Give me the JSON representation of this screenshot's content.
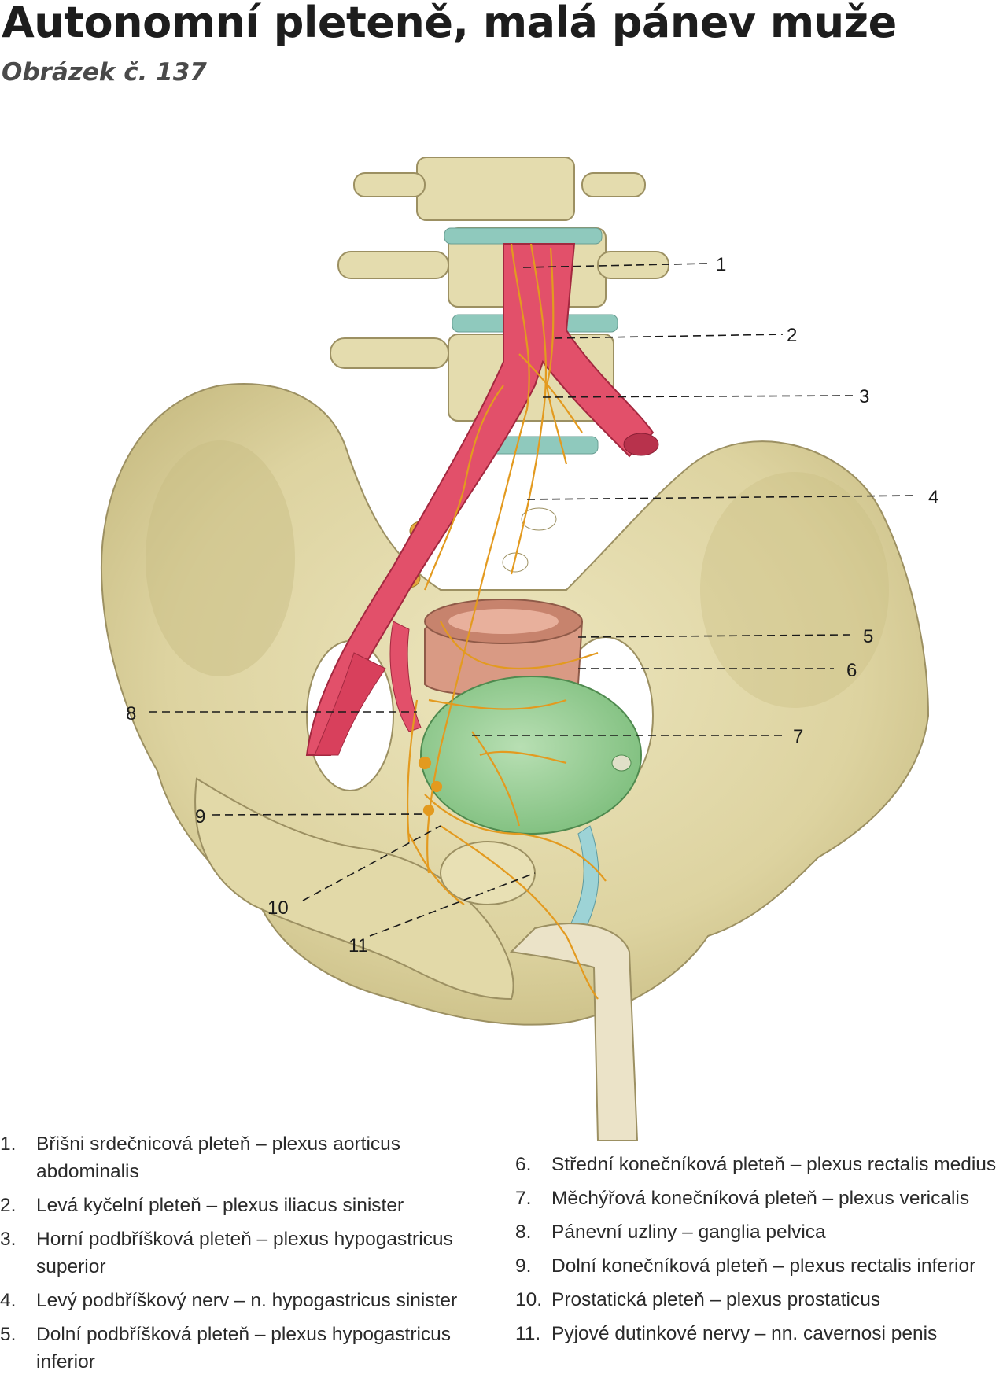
{
  "header": {
    "title": "Autonomní pleteně, malá pánev muže",
    "subtitle": "Obrázek č. 137"
  },
  "figure": {
    "callouts": [
      "1",
      "2",
      "3",
      "4",
      "5",
      "6",
      "7",
      "8",
      "9",
      "10",
      "11"
    ]
  },
  "legend": {
    "left": [
      {
        "num": "1.",
        "text": "Břišni srdečnicová pleteň – plexus aorticus abdominalis"
      },
      {
        "num": "2.",
        "text": "Levá kyčelní pleteň – plexus iliacus sinister"
      },
      {
        "num": "3.",
        "text": "Horní podbříšková pleteň – plexus hypogastricus superior"
      },
      {
        "num": "4.",
        "text": "Levý podbříškový nerv – n. hypogastricus sinister"
      },
      {
        "num": "5.",
        "text": "Dolní podbříšková pleteň  – plexus hypogastricus inferior"
      }
    ],
    "right": [
      {
        "num": "6.",
        "text": "Střední konečníková pleteň – plexus rectalis medius"
      },
      {
        "num": "7.",
        "text": "Měchýřová konečníková pleteň – plexus vericalis"
      },
      {
        "num": "8.",
        "text": "Pánevní uzliny – ganglia pelvica"
      },
      {
        "num": "9.",
        "text": "Dolní konečníková pleteň – plexus rectalis inferior"
      },
      {
        "num": "10.",
        "text": "Prostatická pleteň – plexus prostaticus"
      },
      {
        "num": "11.",
        "text": "Pyjové dutinkové nervy – nn. cavernosi penis"
      }
    ]
  },
  "colors": {
    "bone": "#e4dcae",
    "bone_shadow": "#b9ad72",
    "disc": "#8fc9bd",
    "artery": "#e2506a",
    "nerve": "#e39a1f",
    "bladder": "#98cf94",
    "rectum": "#d99a84"
  }
}
